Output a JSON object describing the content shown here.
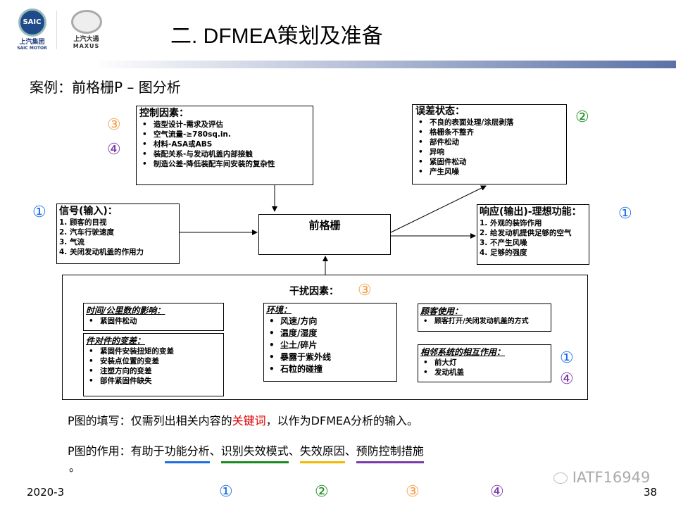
{
  "logos": {
    "saic_badge": "SAIC",
    "saic_cn": "上汽集团",
    "saic_en": "SAIC MOTOR",
    "maxus_cn": "上汽大通",
    "maxus_en": "MAXUS"
  },
  "title": "二. DFMEA策划及准备",
  "subtitle": "案例：前格栅P – 图分析",
  "control": {
    "heading": "控制因素：",
    "items": [
      "造型设计-需求及评估",
      "空气流量-≥780sq.in.",
      "材料-ASA或ABS",
      "装配关系-与发动机盖内部接触",
      "制造公差-降低装配车间安装的复杂性"
    ]
  },
  "error": {
    "heading": "误差状态：",
    "items": [
      "不良的表面处理/涂层剥落",
      "格栅条不整齐",
      "部件松动",
      "异响",
      "紧固件松动",
      "产生风噪"
    ]
  },
  "signal": {
    "heading": "信号(输入)：",
    "items": [
      "1. 顾客的目视",
      "2. 汽车行驶速度",
      "3. 气流",
      "4. 关闭发动机盖的作用力"
    ]
  },
  "center": "前格栅",
  "response": {
    "heading": "响应(输出)-理想功能：",
    "items": [
      "1. 外观的装饰作用",
      "2. 给发动机提供足够的空气",
      "3. 不产生风噪",
      "4. 足够的强度"
    ]
  },
  "noise": {
    "heading": "干扰因素：",
    "time": {
      "heading": "时间/公里数的影响：",
      "items": [
        "紧固件松动"
      ]
    },
    "part": {
      "heading": "件对件的变差：",
      "items": [
        "紧固件安装扭矩的变差",
        "安装点位置的变差",
        "注塑方向的变差",
        "部件紧固件缺失"
      ]
    },
    "env": {
      "heading": "环境：",
      "items": [
        "风速/方向",
        "温度/湿度",
        "尘土/碎片",
        "暴露于紫外线",
        "石粒的碰撞"
      ]
    },
    "customer": {
      "heading": "顾客使用：",
      "items": [
        "顾客打开/关闭发动机盖的方式"
      ]
    },
    "adjacent": {
      "heading": "相邻系统的相互作用：",
      "items": [
        "前大灯",
        "发动机盖"
      ]
    }
  },
  "markers": {
    "one": "①",
    "two": "②",
    "three": "③",
    "four": "④"
  },
  "colors": {
    "one": "#1a6fe6",
    "two": "#1a8a1a",
    "three": "#f5a04a",
    "four": "#7a3aa8",
    "keyword": "#e00000"
  },
  "note1": {
    "pre": "P图的填写：仅需列出相关内容的",
    "keyword": "关键词",
    "post": "，以作为DFMEA分析的输入。"
  },
  "note2": {
    "pre": "P图的作用：有助于",
    "a": "功能分析",
    "sep1": "、",
    "b": "识别失效模式",
    "sep2": "、",
    "c": "失效原因",
    "sep3": "、",
    "d": "预防控制措施",
    "end": "。"
  },
  "footer": {
    "date": "2020-3",
    "page": "38",
    "watermark": "IATF16949"
  }
}
